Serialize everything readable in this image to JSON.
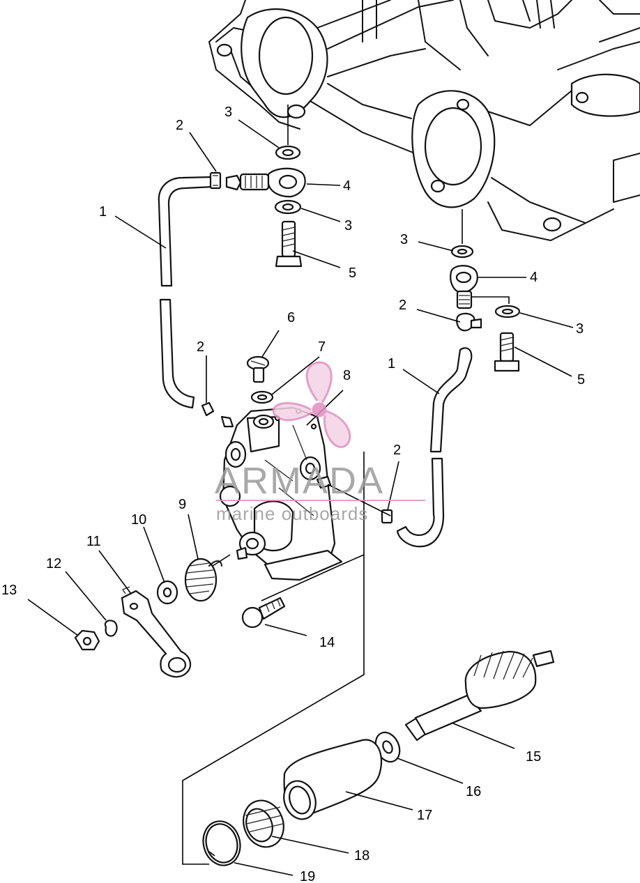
{
  "diagram": {
    "callouts": [
      {
        "id": "c1a",
        "label": "1"
      },
      {
        "id": "c1b",
        "label": "1"
      },
      {
        "id": "c2a",
        "label": "2"
      },
      {
        "id": "c2b",
        "label": "2"
      },
      {
        "id": "c2c",
        "label": "2"
      },
      {
        "id": "c2d",
        "label": "2"
      },
      {
        "id": "c3a",
        "label": "3"
      },
      {
        "id": "c3b",
        "label": "3"
      },
      {
        "id": "c3c",
        "label": "3"
      },
      {
        "id": "c3d",
        "label": "3"
      },
      {
        "id": "c4a",
        "label": "4"
      },
      {
        "id": "c4b",
        "label": "4"
      },
      {
        "id": "c5a",
        "label": "5"
      },
      {
        "id": "c5b",
        "label": "5"
      },
      {
        "id": "c6",
        "label": "6"
      },
      {
        "id": "c7",
        "label": "7"
      },
      {
        "id": "c8",
        "label": "8"
      },
      {
        "id": "c9",
        "label": "9"
      },
      {
        "id": "c10",
        "label": "10"
      },
      {
        "id": "c11",
        "label": "11"
      },
      {
        "id": "c12",
        "label": "12"
      },
      {
        "id": "c13",
        "label": "13"
      },
      {
        "id": "c14",
        "label": "14"
      },
      {
        "id": "c15",
        "label": "15"
      },
      {
        "id": "c16",
        "label": "16"
      },
      {
        "id": "c17",
        "label": "17"
      },
      {
        "id": "c18",
        "label": "18"
      },
      {
        "id": "c19",
        "label": "19"
      }
    ]
  },
  "watermark": {
    "brand": "ARMADA",
    "tagline": "marine outboards",
    "accent_color": "#e08fc0"
  }
}
